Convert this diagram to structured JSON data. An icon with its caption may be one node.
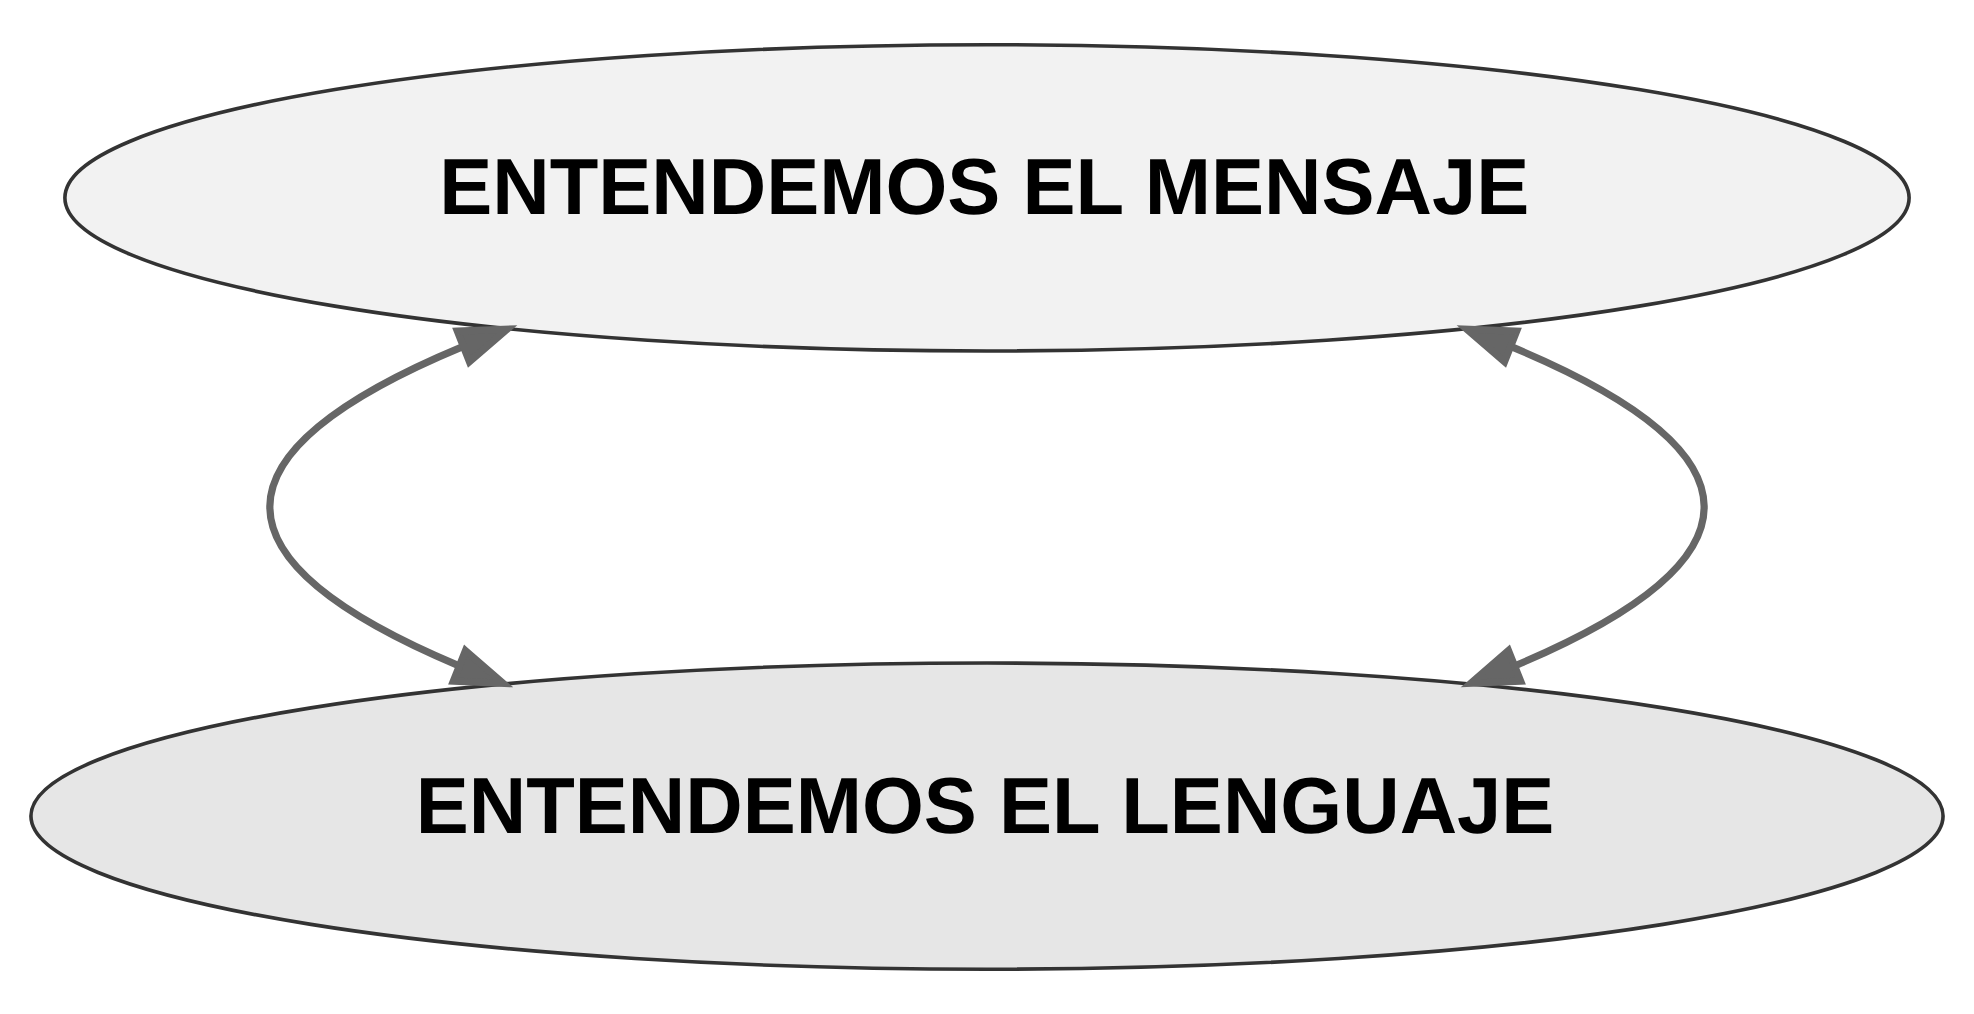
{
  "diagram": {
    "nodes": [
      {
        "text": [
          "ENTENDEMOS EL LENGUAJE"
        ]
      },
      {
        "text": [
          "ENTENDEMOS EL MENSAJE"
        ]
      }
    ],
    "edges": [
      {
        "from": 0,
        "to": 1,
        "arrow": "both"
      },
      {
        "from": 1,
        "to": 0,
        "arrow": "both"
      }
    ]
  }
}
